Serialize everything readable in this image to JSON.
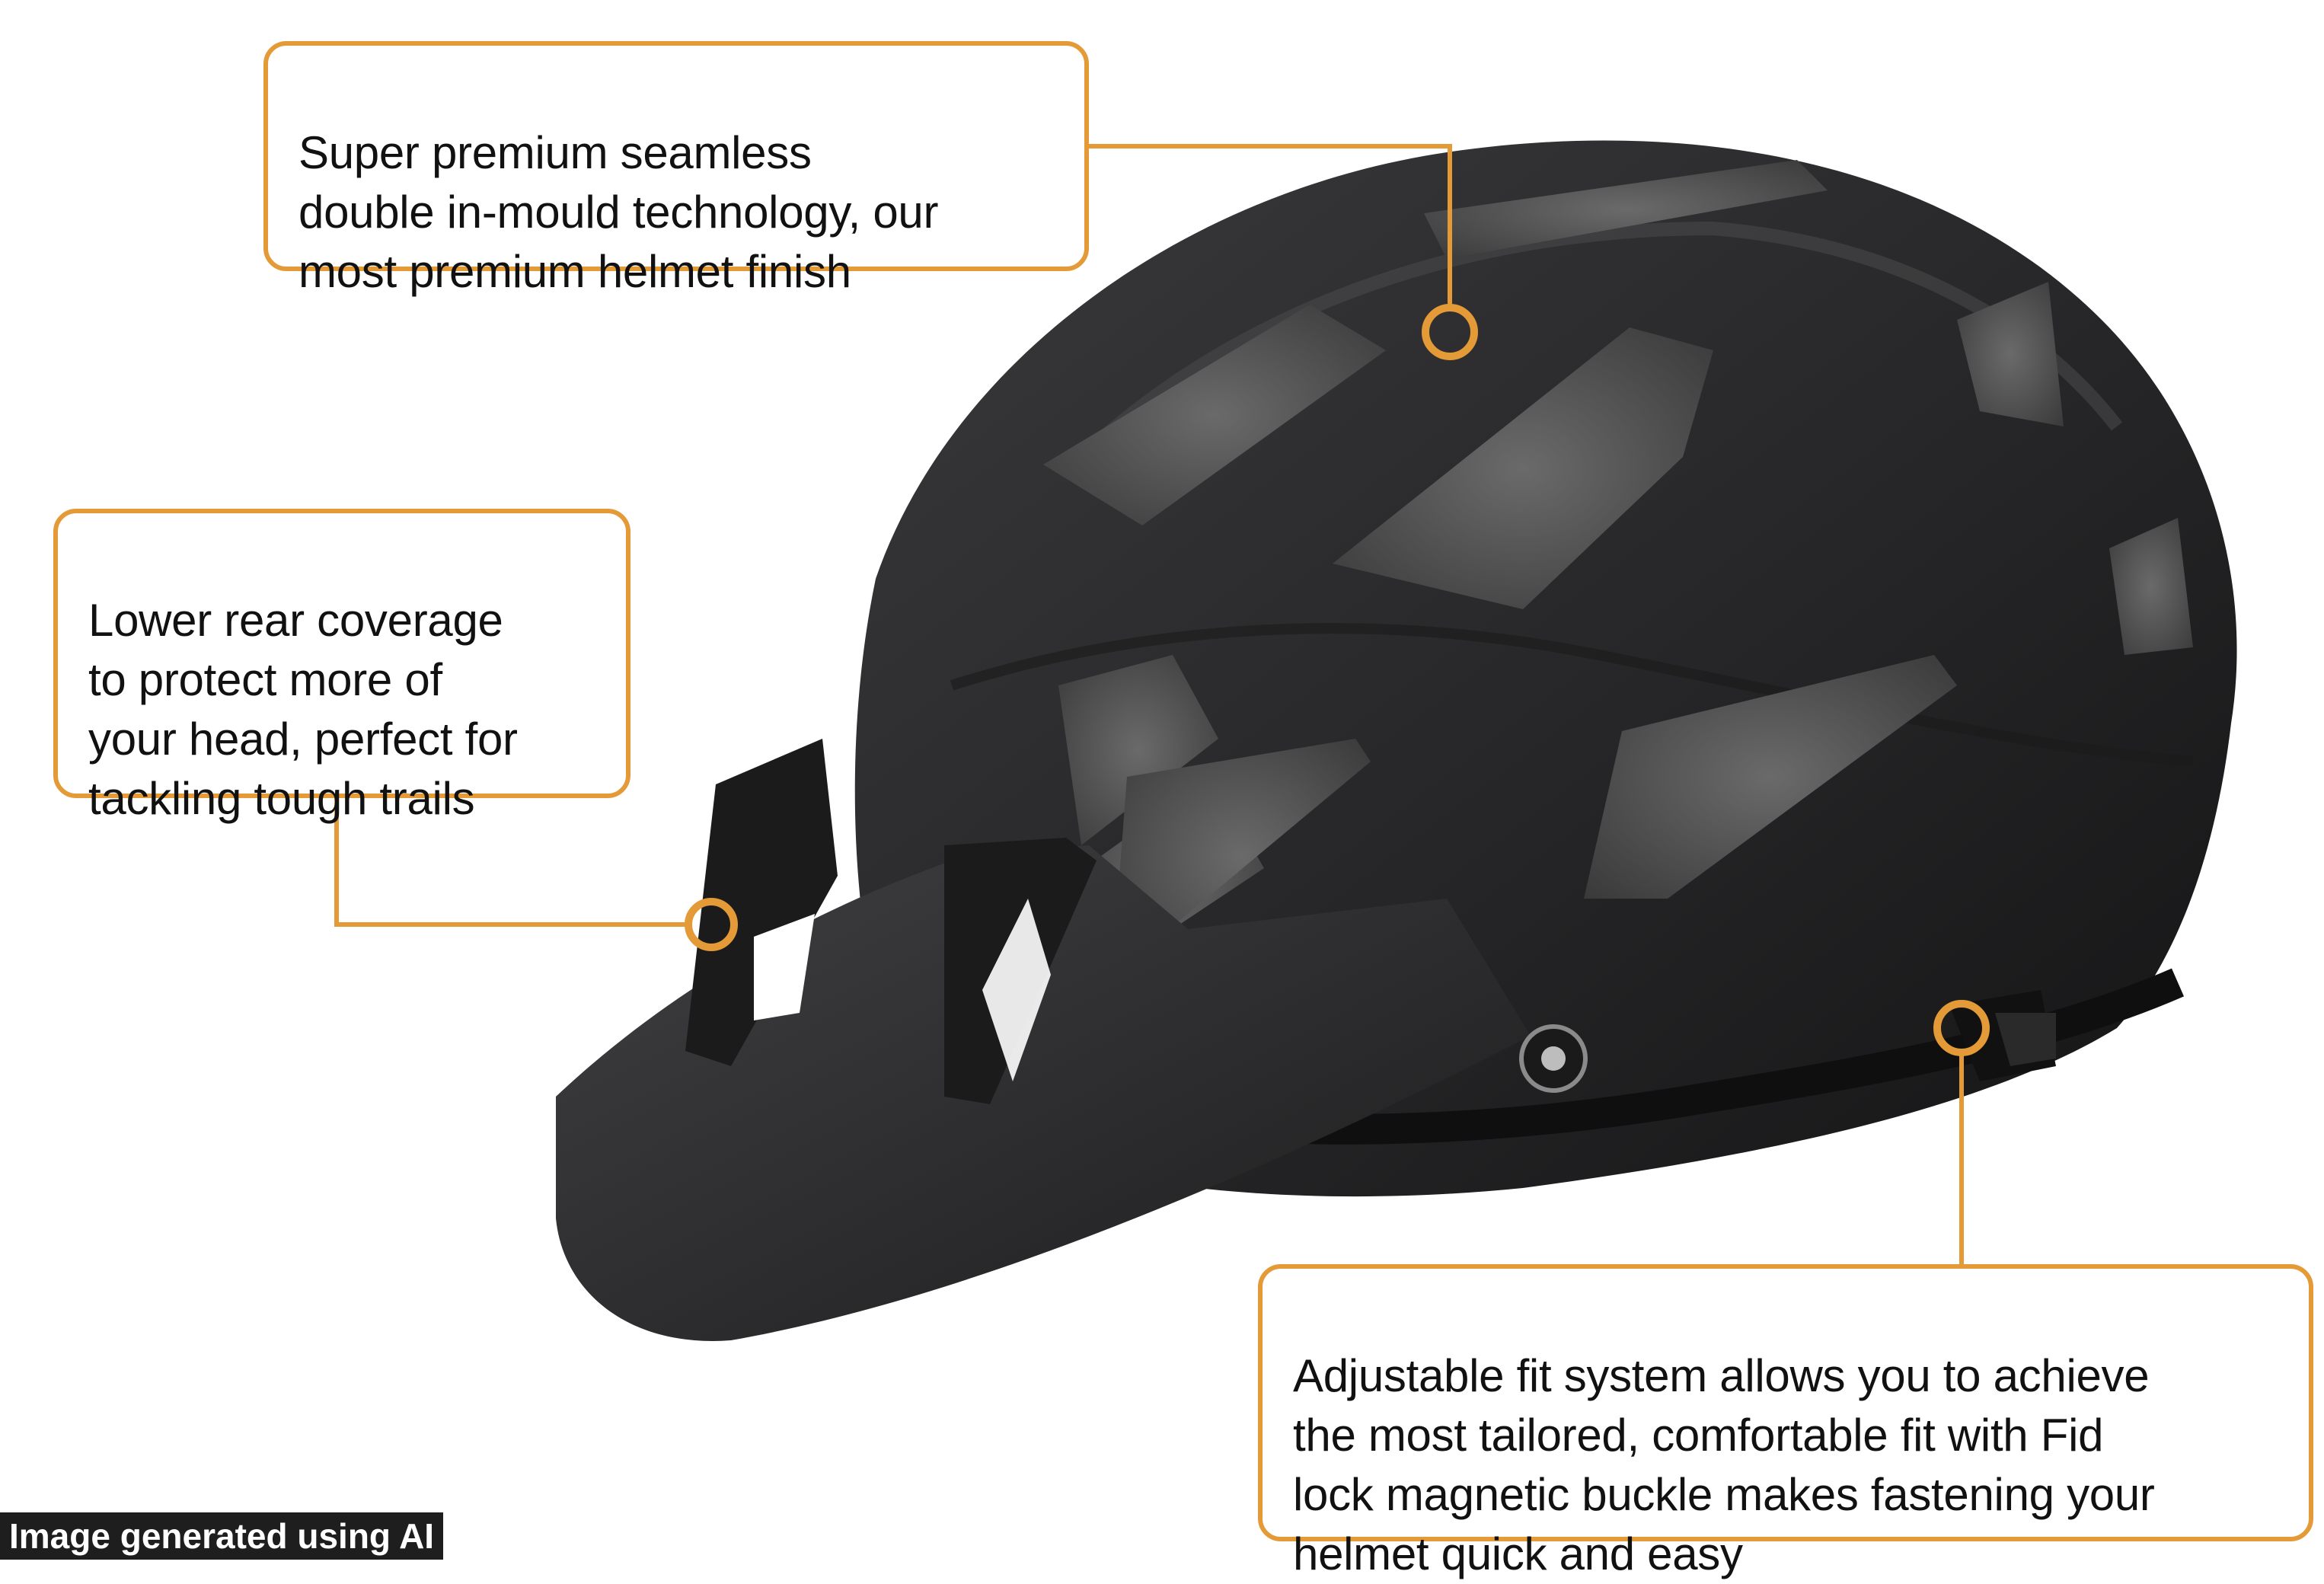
{
  "callouts": {
    "top": "Super premium seamless\ndouble in-mould technology, our\nmost premium helmet finish",
    "left": " Lower rear coverage\nto protect more of\nyour head, perfect for\ntackling tough trails",
    "bottom_right": "Adjustable fit system allows you to achieve\nthe most tailored, comfortable fit with Fid\nlock magnetic buckle makes fastening your\nhelmet quick and easy"
  },
  "watermark": "Image generated using AI",
  "colors": {
    "accent": "#E39A37",
    "helmet": "#2b2b2d",
    "vents": "#555555"
  }
}
